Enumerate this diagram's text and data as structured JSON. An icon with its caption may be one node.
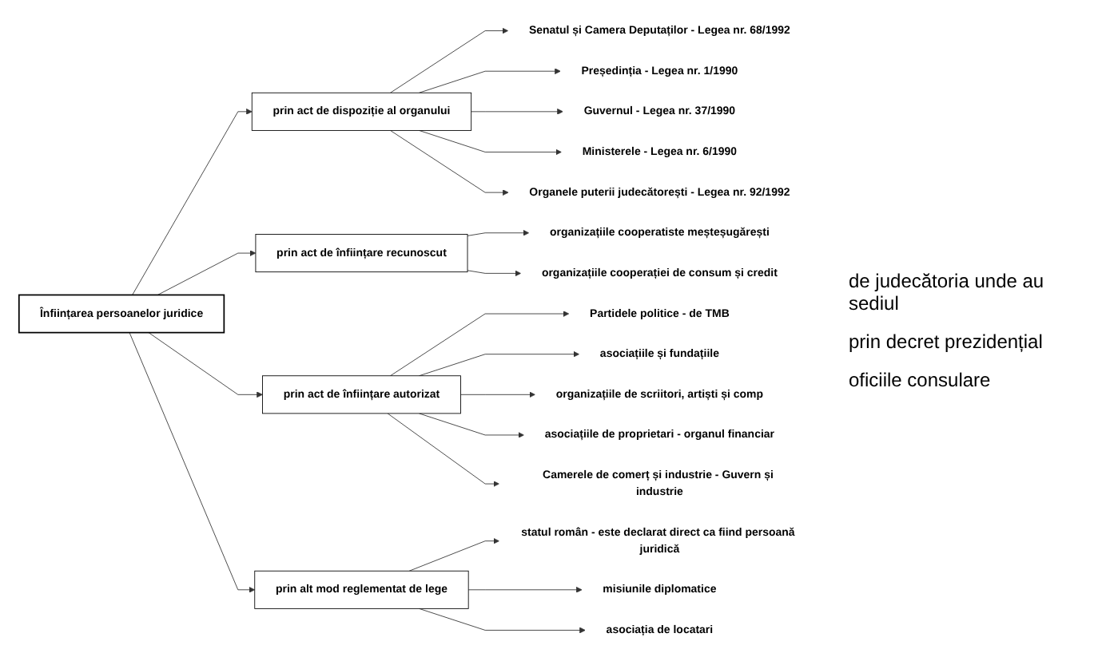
{
  "diagram": {
    "nodes": [
      {
        "text": [
          "Înființarea persoanelor juridice"
        ]
      },
      {
        "text": [
          "prin act de dispoziție al organului"
        ]
      },
      {
        "text": [
          "prin act de înființare recunoscut"
        ]
      },
      {
        "text": [
          "prin act de înființare autorizat"
        ]
      },
      {
        "text": [
          "prin alt mod reglementat de lege"
        ]
      },
      {
        "text": [
          "Senatul și Camera Deputaților - Legea nr. 68/1992"
        ]
      },
      {
        "text": [
          "Președinția - Legea nr. 1/1990"
        ]
      },
      {
        "text": [
          "Guvernul - Legea nr. 37/1990"
        ]
      },
      {
        "text": [
          "Ministerele - Legea nr. 6/1990"
        ]
      },
      {
        "text": [
          "Organele puterii judecătorești - Legea nr. 92/1992"
        ]
      },
      {
        "text": [
          "organizațiile cooperatiste meșteșugărești"
        ]
      },
      {
        "text": [
          "organizațiile cooperației de consum și credit"
        ]
      },
      {
        "text": [
          "Partidele politice - de TMB"
        ]
      },
      {
        "text": [
          "asociațiile și fundațiile"
        ]
      },
      {
        "text": [
          "organizațiile de scriitori, artiști și comp"
        ]
      },
      {
        "text": [
          "asociațiile de proprietari - organul financiar"
        ]
      },
      {
        "text": [
          "Camerele de comerț și industrie - Guvern și industrie"
        ]
      },
      {
        "text": [
          "statul român - este declarat direct ca fiind persoană juridică"
        ]
      },
      {
        "text": [
          "misiunile diplomatice"
        ]
      },
      {
        "text": [
          "asociația de locatari"
        ]
      }
    ],
    "edges": [
      {
        "from": 0,
        "to": 1,
        "arrow": "to"
      },
      {
        "from": 0,
        "to": 2,
        "arrow": "to"
      },
      {
        "from": 0,
        "to": 3,
        "arrow": "to"
      },
      {
        "from": 0,
        "to": 4,
        "arrow": "to"
      },
      {
        "from": 1,
        "to": 5,
        "arrow": "to"
      },
      {
        "from": 1,
        "to": 6,
        "arrow": "to"
      },
      {
        "from": 1,
        "to": 7,
        "arrow": "to"
      },
      {
        "from": 1,
        "to": 8,
        "arrow": "to"
      },
      {
        "from": 1,
        "to": 9,
        "arrow": "to"
      },
      {
        "from": 2,
        "to": 10,
        "arrow": "to"
      },
      {
        "from": 2,
        "to": 11,
        "arrow": "to"
      },
      {
        "from": 3,
        "to": 12,
        "arrow": "to"
      },
      {
        "from": 3,
        "to": 13,
        "arrow": "to"
      },
      {
        "from": 3,
        "to": 14,
        "arrow": "to"
      },
      {
        "from": 3,
        "to": 15,
        "arrow": "to"
      },
      {
        "from": 3,
        "to": 16,
        "arrow": "to"
      },
      {
        "from": 4,
        "to": 17,
        "arrow": "to"
      },
      {
        "from": 4,
        "to": 18,
        "arrow": "to"
      },
      {
        "from": 4,
        "to": 19,
        "arrow": "to"
      }
    ],
    "labels": [
      "de judecătoria unde au sediul",
      "prin decret prezidențial",
      "oficiile consulare"
    ]
  }
}
